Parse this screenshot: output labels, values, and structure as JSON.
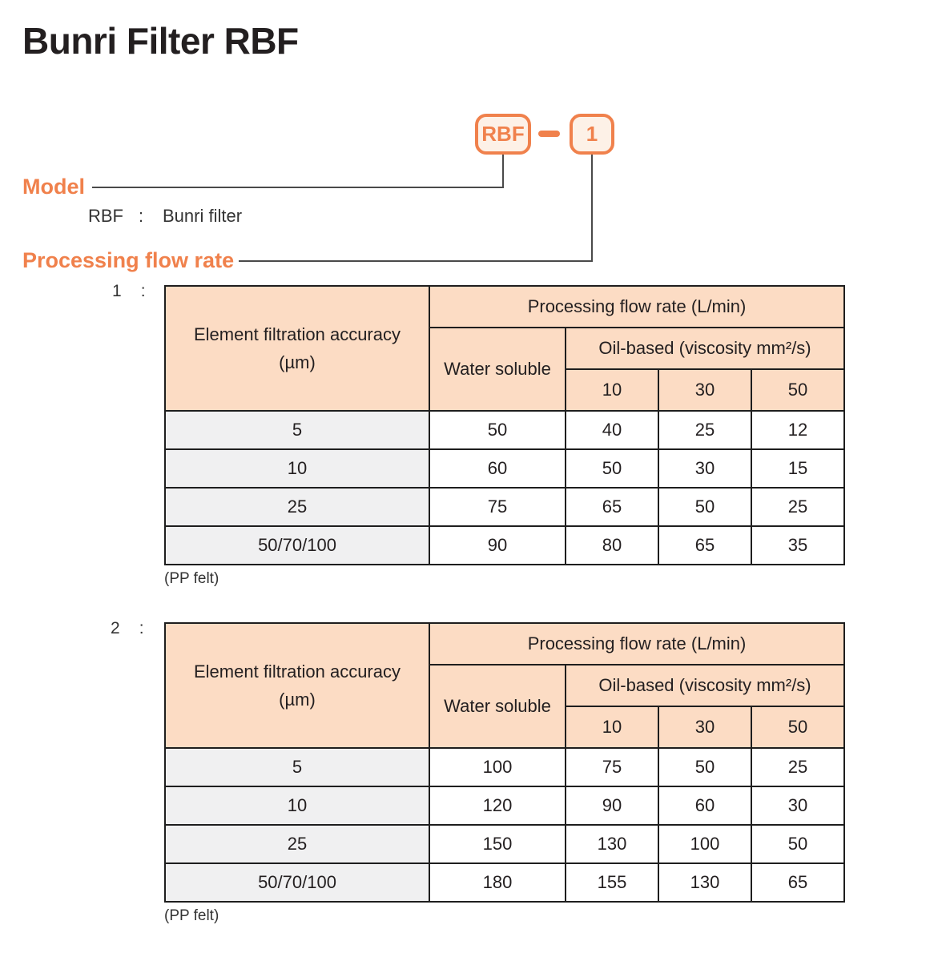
{
  "page": {
    "title": "Bunri Filter RBF"
  },
  "model_code": {
    "model": "RBF",
    "separator": "–",
    "flow_rate": "1"
  },
  "sections": {
    "model": {
      "label": "Model",
      "code": "RBF",
      "colon": ":",
      "description": "Bunri filter"
    },
    "flow": {
      "label": "Processing flow rate"
    }
  },
  "colors": {
    "accent_orange": "#F0814C",
    "header_peach": "#FCDCC4",
    "box_fill": "#FDF1E7",
    "row_gray": "#F0F0F1",
    "border_dark": "#1E1E1E",
    "line_gray": "#4A4A4A",
    "text_dark": "#231F20"
  },
  "tables": [
    {
      "index_label": "1",
      "colon": ":",
      "header": {
        "accuracy": "Element filtration accuracy (µm)",
        "flow_rate": "Processing flow rate (L/min)",
        "water_soluble": "Water soluble",
        "oil_based": "Oil-based (viscosity mm²/s)",
        "viscosities": [
          "10",
          "30",
          "50"
        ]
      },
      "rows": [
        {
          "accuracy": "5",
          "water_soluble": "50",
          "oil": [
            "40",
            "25",
            "12"
          ]
        },
        {
          "accuracy": "10",
          "water_soluble": "60",
          "oil": [
            "50",
            "30",
            "15"
          ]
        },
        {
          "accuracy": "25",
          "water_soluble": "75",
          "oil": [
            "65",
            "50",
            "25"
          ]
        },
        {
          "accuracy": "50/70/100",
          "water_soluble": "90",
          "oil": [
            "80",
            "65",
            "35"
          ]
        }
      ],
      "footnote": "(PP felt)"
    },
    {
      "index_label": "2",
      "colon": ":",
      "header": {
        "accuracy": "Element filtration accuracy (µm)",
        "flow_rate": "Processing flow rate (L/min)",
        "water_soluble": "Water soluble",
        "oil_based": "Oil-based (viscosity mm²/s)",
        "viscosities": [
          "10",
          "30",
          "50"
        ]
      },
      "rows": [
        {
          "accuracy": "5",
          "water_soluble": "100",
          "oil": [
            "75",
            "50",
            "25"
          ]
        },
        {
          "accuracy": "10",
          "water_soluble": "120",
          "oil": [
            "90",
            "60",
            "30"
          ]
        },
        {
          "accuracy": "25",
          "water_soluble": "150",
          "oil": [
            "130",
            "100",
            "50"
          ]
        },
        {
          "accuracy": "50/70/100",
          "water_soluble": "180",
          "oil": [
            "155",
            "130",
            "65"
          ]
        }
      ],
      "footnote": "(PP felt)"
    }
  ]
}
